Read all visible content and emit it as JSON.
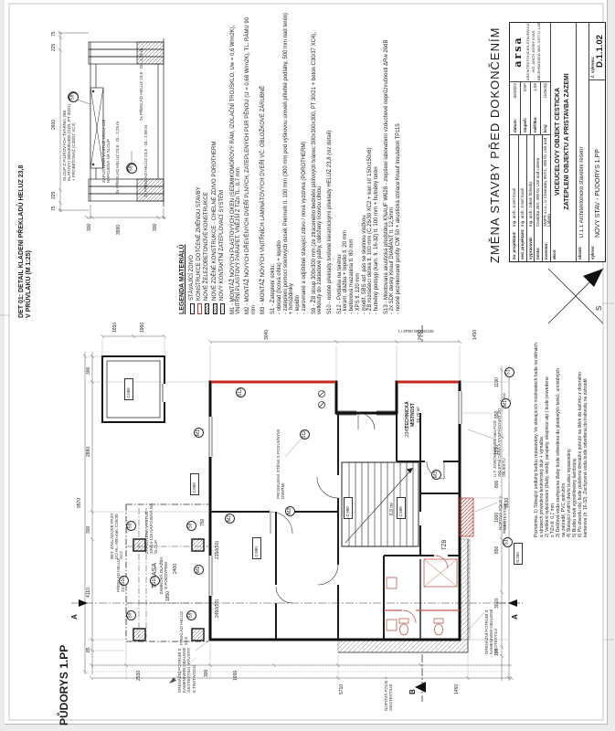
{
  "stamp": {
    "banner": "ZMĚNA STAVBY PŘED DOKONČENÍM",
    "resp_label": "zo. projektant:",
    "resp": "Ing. arch. Josef Kvaš",
    "lead_label": "ved. projektant:",
    "lead": "Ing. arch. Josef Kvaš",
    "drawn_label": "vypracoval:",
    "drawn": "Ing. arch. Jakub Štrinský",
    "place_label": "místo:",
    "place": "Cestička 383, 400 01 Ústí nad Labem",
    "investor_label": "investor:",
    "investor": "AMPS s.r.o., U Chemičky 957/1, 400 01 Ústí nad Labem",
    "date_label": "datum:",
    "date": "06/2022",
    "stage_label": "stupeň:",
    "stage": "DSP",
    "scale_label": "měřítko:",
    "scale": "1:50",
    "region_label": "kraj:",
    "region": "Ústecký",
    "akce_label": "akce:",
    "akce1": "VÍCEÚČELOVÝ OBJEKT CESTIČKA",
    "akce2": "ZATEPLENÍ OBJEKTU A PŘÍSTAVBA ZÁZEMÍ",
    "obsah_label": "obsah:",
    "obsah": "D.1.1 Architektonicko stavební řešení",
    "vykres_label": "výkres:",
    "vykres": "NOVÝ STAV - PŮDORYS 1.PP",
    "num_label": "č. výkresu:",
    "num": "D.1.1.02",
    "logo": {
      "name": "arsa",
      "line1": "ARCHITEKTONICKO-STAVEBNÍ ATELIÉR",
      "line2": "ING. ARCH JOSEF KVAŠ",
      "line3": "BĚLEHRADSKÁ 45/5, ÚSTÍ N. LABEM"
    }
  },
  "detail": {
    "title1": "DET 01: DETAIL KLADENÍ PŘEKLADŮ HELUZ 23,8",
    "title2": "V PRŮVLAKU (M 1:25)",
    "marker": "S9",
    "dims": [
      "75",
      "225",
      "2600",
      "225",
      "75"
    ],
    "bottom_dims": [
      "300",
      "3990",
      "300"
    ],
    "callouts": {
      "c0": "2x PŘEKLAD HELUZ 23,8 - DL. 2,25 m",
      "c1": "SLOUP Z PILÍŘOVÝCH TVÁRNIC (BB KLATOVY) 300x300x300 (OZN. PT 30/21) + PROBETONÁŽ (C30/37 XC4)",
      "c2": "ZAPUŠTĚNÁ VÝSTUŽ 10V14-128 NAPOJENÁ NA SLOUP",
      "c3": "3x PŘEKLAD HELUZ 23,8 - DL. 2,25 m",
      "c4": "3x PŘEKLAD HELUZ 23,8 - DL. 2,00 m"
    }
  },
  "legend": {
    "title": "LEGENDA MATERIÁLŮ",
    "items": [
      {
        "label": "STÁVAJÍCÍ ZDIVO"
      },
      {
        "label": "KONSTRUKCE DOTČENÉ ZMĚNOU STAVBY"
      },
      {
        "label": "NOVÉ ŽELEZOBETONOVÉ KONSTRUKCE"
      },
      {
        "label": "NOVÉ ZDĚNÉ KONSTRUKCE - CIHELNÉ ZDIVO POROTHERM"
      },
      {
        "label": "NOVÝ KONTAKTNÍ ZATEPLOVACÍ SYSTÉM"
      }
    ],
    "m1": "M1 - MONTÁŽ NOVÝCH PLASTOVÝCH OKEN (SEDMIKOMOROVÝ RÁM, IZOLAČNÍ TROJSKLO, Uw = 0,6 W/m2K), VNITŘNÍ PLASTOVÝ PARAPET, VNĚJŠÍ Z TiZn TL. 0,7 mm",
    "m2": "M2 - MONTÁŽ NOVÝCH DŘEVĚNÝCH DVEŘÍ PLNÝCH, ZATEPLENÝCH PUR PĚNOU (U = 0,68 W/m2K), TL. RÁMU 90 mm",
    "m3": "M3 - MONTÁŽ NOVÝCH VNITŘNÍCH LAMINÁTOVÝCH DVEŘÍ VČ. OBLOŽKOVÉ ZÁRUBNĚ",
    "s1": "S1 - Zateplení soklu:\n- obklad (lícová cihla) + lepidlo\n- zateplení pomocí soklových desek Perimetr tl. 100 mm (300 mm pod výškovou úroveň přilehlé podlahy, 500 mm nad terén) + hmoždinky\n- lepidlo\n- zarovnané a odjištěné stávající zdivo / nová vyzdívka (POROTHERM)",
    "s9": "S9 - ŽB sloup 300x300 mm (ze ztraceného bednění pilířových tvárnic 300x300x300, PT 30/21 + beton C30/37 XC4), vetknutý do základové patky, obložený lícovou cihlou",
    "s10": "S10 - nosné překlady tvořené keramickými překlady HELUZ 23,8 (viz detail)",
    "s12": "S12 - Podlaha na terénu:\n- keram. dlažba + lepidlo tl. 20 mm\n- betonová mazanina tl. 80 mm\n- XPS tl. 120 mm\n- modif. SBS asf. pás se skelnou vložkou\n- ŽB roznášecí deska tl. 100 mm (C 25/30 XC2 + kari síť 150x150x6)\n- hutněný podsyp (kam. fr. 16-32) tl. 100 mm + hutněný terén",
    "s13": "S13 - Montovaná akustická předstěna KNAUF W628 - zlepšení laboratorní vzduchové neprůzvučnosti ΔRw 20dB\n- 2x SDK desky Knauf DIAMANT tl. 12,5mm\n- nosné pozinkované profily CW 50 + akustická izolace Knauf Insulation TP115"
  },
  "notes": {
    "text": "Poznámka: 1) Stávající podlahy budou repasovány. Ve stávajících místnostech bude na stěnách\na stropech provedeno tenkovrstvý štuk + výmalba\n2) Veškeré oplechování (žlaby, svody, parapety, okapnice atp.) bude provedeno\nz TiZn tl. 0,7 mm.\n3) Dešťová voda zachycena žlaby bude odvedena do plastových tanků, umístěných\nna zahradě, PVC potrubím.\n4) Stávající vnitřní dveře budou repasovány.\n5) Budou nově vyprofilovány šambrány.\n6) Po obvodu obj. bude položeno drenážní potrubí na štěrk do kačírku z drceného\nkameniva (fr. 16-32). Zachycená voda bude odvedena do trativodu na zahradě."
  },
  "plan": {
    "title": "PŮDORYS 1.PP",
    "rooms": {
      "tech": "TECHNICKÁ MÍSTNOST",
      "tech_area": "10,70 m²",
      "terasa": "TERASA",
      "terasa_sub": "ZÁMKOVÁ DLAŽBA\nS PODSYPEM",
      "tzb": "TZB",
      "stair_area": "6,9 m²"
    },
    "levels": {
      "l2980": "-2,980",
      "l2580": "-2,580",
      "l2065": "-2,065",
      "l0250": "-0,250"
    },
    "markers": {
      "s1": "S1",
      "s9": "S9",
      "s10": "S10",
      "s12": "S12",
      "s13": "S13",
      "m1": "M1",
      "m2": "M2",
      "m3": "M3"
    },
    "sections": {
      "a": "A",
      "b": "B"
    },
    "compass": "S",
    "annotations": {
      "prosklena": "PROSKLENÁ STĚNA S POSUVNÝMI DVEŘMI",
      "ut": "U.T. ZAROVNAT 300 mm POD SKLEPNÍ OKNA A VYSPÁDOVAT OD OBJEKTU",
      "nopova": "NOPOVÁ FÓLIE + GEOTEXTILIE",
      "drenaz1": "DRENÁŽNÍ POTRUBÍ S KAMENIVEM OBALENÉ GEOTEXTILIÍ",
      "drenaz2": "DRENÁŽNÍ POTRUBÍ S KAMENIVEM OBALENÉ GEOTEXTILIÍ, VYÚSTIT K TRATIVODU",
      "beton": "BET. ZÁKLADOVÉ PASY DO HL. 900 mm, C25/30 XC2",
      "vystuz": "ZAPUŠTĚNÁ VÝSTUŽ 10V14-128 NAPOJENÁ NA SLOUP",
      "preklad": "PŘEKLAD HELUZ 23,8",
      "winspec": "L+3P80 W/235/105"
    },
    "dims": {
      "left": [
        "300",
        "2880",
        "300",
        "4110",
        "85"
      ],
      "left_total": "9570",
      "right": [
        "1190",
        "850",
        "1350",
        "800",
        "1000",
        "850",
        "3010",
        "120"
      ],
      "right_sub": "600/300",
      "right_total": "9630",
      "top": [
        "1650",
        "1950",
        "3040",
        "2420",
        "1450"
      ],
      "bottom": [
        "2530",
        "300",
        "1650",
        "5710",
        "1450"
      ],
      "inner": [
        "2400",
        "1850",
        "750",
        "2150(50)",
        "2450(50)",
        "2345"
      ]
    }
  }
}
